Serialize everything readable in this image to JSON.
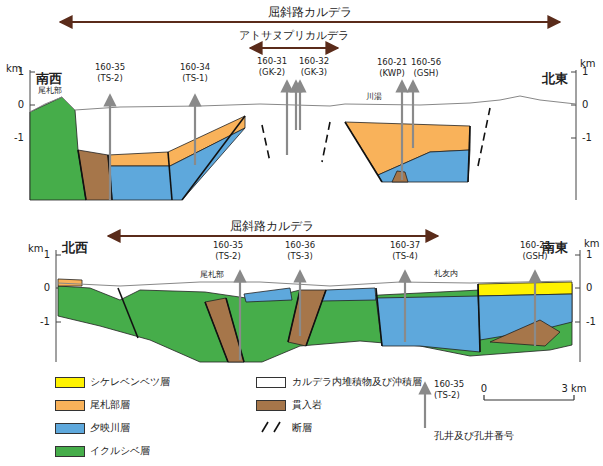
{
  "diagram": {
    "labels": [
      "屈斜路カルデラ",
      "アトサヌプリカルデラ",
      "km",
      "1",
      "0",
      "-1",
      "km",
      "1",
      "0",
      "-1",
      "南西",
      "北東",
      "尾札部",
      "160-35",
      "(TS-2)",
      "160-34",
      "(TS-1)",
      "160-31",
      "(GK-2)",
      "160-32",
      "(GK-3)",
      "川湯",
      "160-21",
      "(KWP)",
      "160-56",
      "(GSH)",
      "屈斜路カルデラ",
      "km",
      "1",
      "0",
      "-1",
      "km",
      "1",
      "0",
      "-1",
      "北西",
      "南東",
      "160-35",
      "(TS-2)",
      "160-36",
      "(TS-3)",
      "160-37",
      "(TS-4)",
      "160-25",
      "(GSH)",
      "尾札部",
      "札友内",
      "160-35",
      "(TS-2)",
      "0",
      "3 km"
    ],
    "legend": [
      {
        "text": "シケレベンベツ層",
        "color": "#fff200"
      },
      {
        "text": "尾札部層",
        "color": "#f9b25a"
      },
      {
        "text": "夕映川層",
        "color": "#5ea8dc"
      },
      {
        "text": "イクルシベ層",
        "color": "#46ad4a"
      },
      {
        "text": "カルデラ内堆積物及び沖積層",
        "color": "#ffffff"
      },
      {
        "text": "貫入岩",
        "color": "#a6764a"
      },
      {
        "text": "断層"
      },
      {
        "text": "孔井及び孔井番号"
      }
    ]
  }
}
